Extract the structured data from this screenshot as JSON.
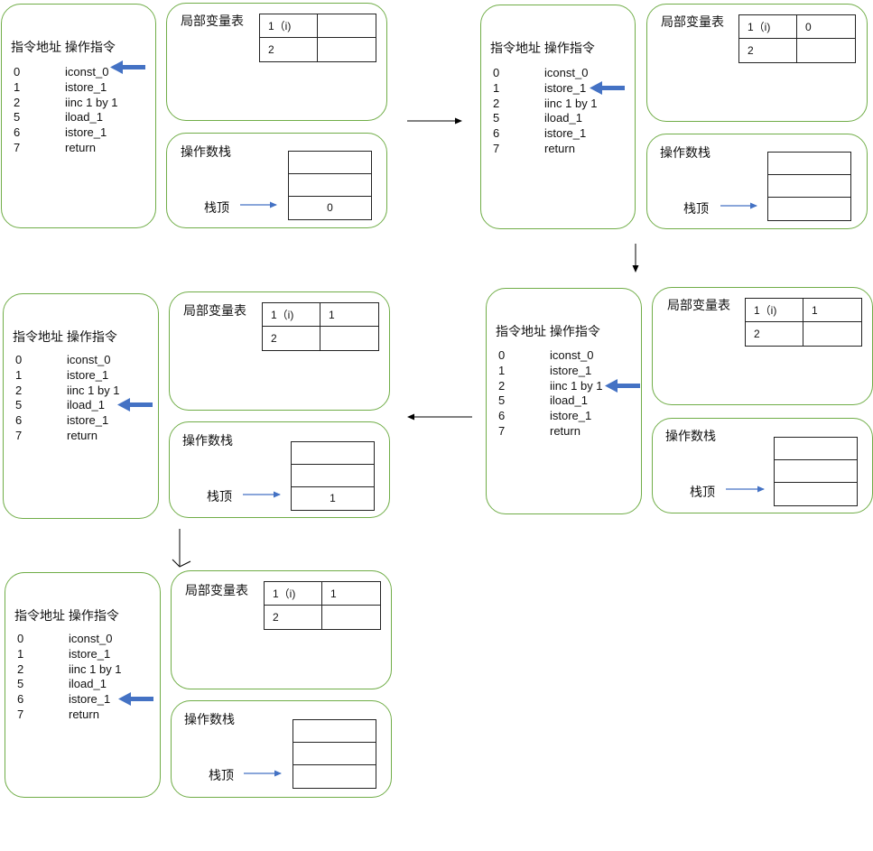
{
  "labels": {
    "instr_header": "指令地址 操作指令",
    "local_vars": "局部变量表",
    "operand_stack": "操作数栈",
    "stack_top": "栈顶"
  },
  "code": [
    {
      "addr": "0",
      "instr": "iconst_0"
    },
    {
      "addr": "1",
      "instr": "istore_1"
    },
    {
      "addr": "2",
      "instr": "iinc 1 by 1"
    },
    {
      "addr": "5",
      "instr": "iload_1"
    },
    {
      "addr": "6",
      "instr": "istore_1"
    },
    {
      "addr": "7",
      "instr": "return"
    }
  ],
  "frames": [
    {
      "pointer": "0",
      "vars": [
        [
          "1（i)",
          ""
        ],
        [
          "2",
          ""
        ]
      ],
      "stack": [
        "",
        "",
        "0"
      ]
    },
    {
      "pointer": "1",
      "vars": [
        [
          "1（i)",
          "0"
        ],
        [
          "2",
          ""
        ]
      ],
      "stack": [
        "",
        "",
        ""
      ]
    },
    {
      "pointer": "2",
      "vars": [
        [
          "1（i)",
          "1"
        ],
        [
          "2",
          ""
        ]
      ],
      "stack": [
        "",
        "",
        ""
      ]
    },
    {
      "pointer": "5",
      "vars": [
        [
          "1（i)",
          "1"
        ],
        [
          "2",
          ""
        ]
      ],
      "stack": [
        "",
        "",
        "1"
      ]
    },
    {
      "pointer": "6",
      "vars": [
        [
          "1（i)",
          "1"
        ],
        [
          "2",
          ""
        ]
      ],
      "stack": [
        "",
        "",
        ""
      ]
    }
  ],
  "colors": {
    "panel_border": "#70ad47",
    "pointer_arrow": "#4472c4",
    "stack_top_arrow": "#4472c4",
    "flow_arrow": "#000000"
  }
}
